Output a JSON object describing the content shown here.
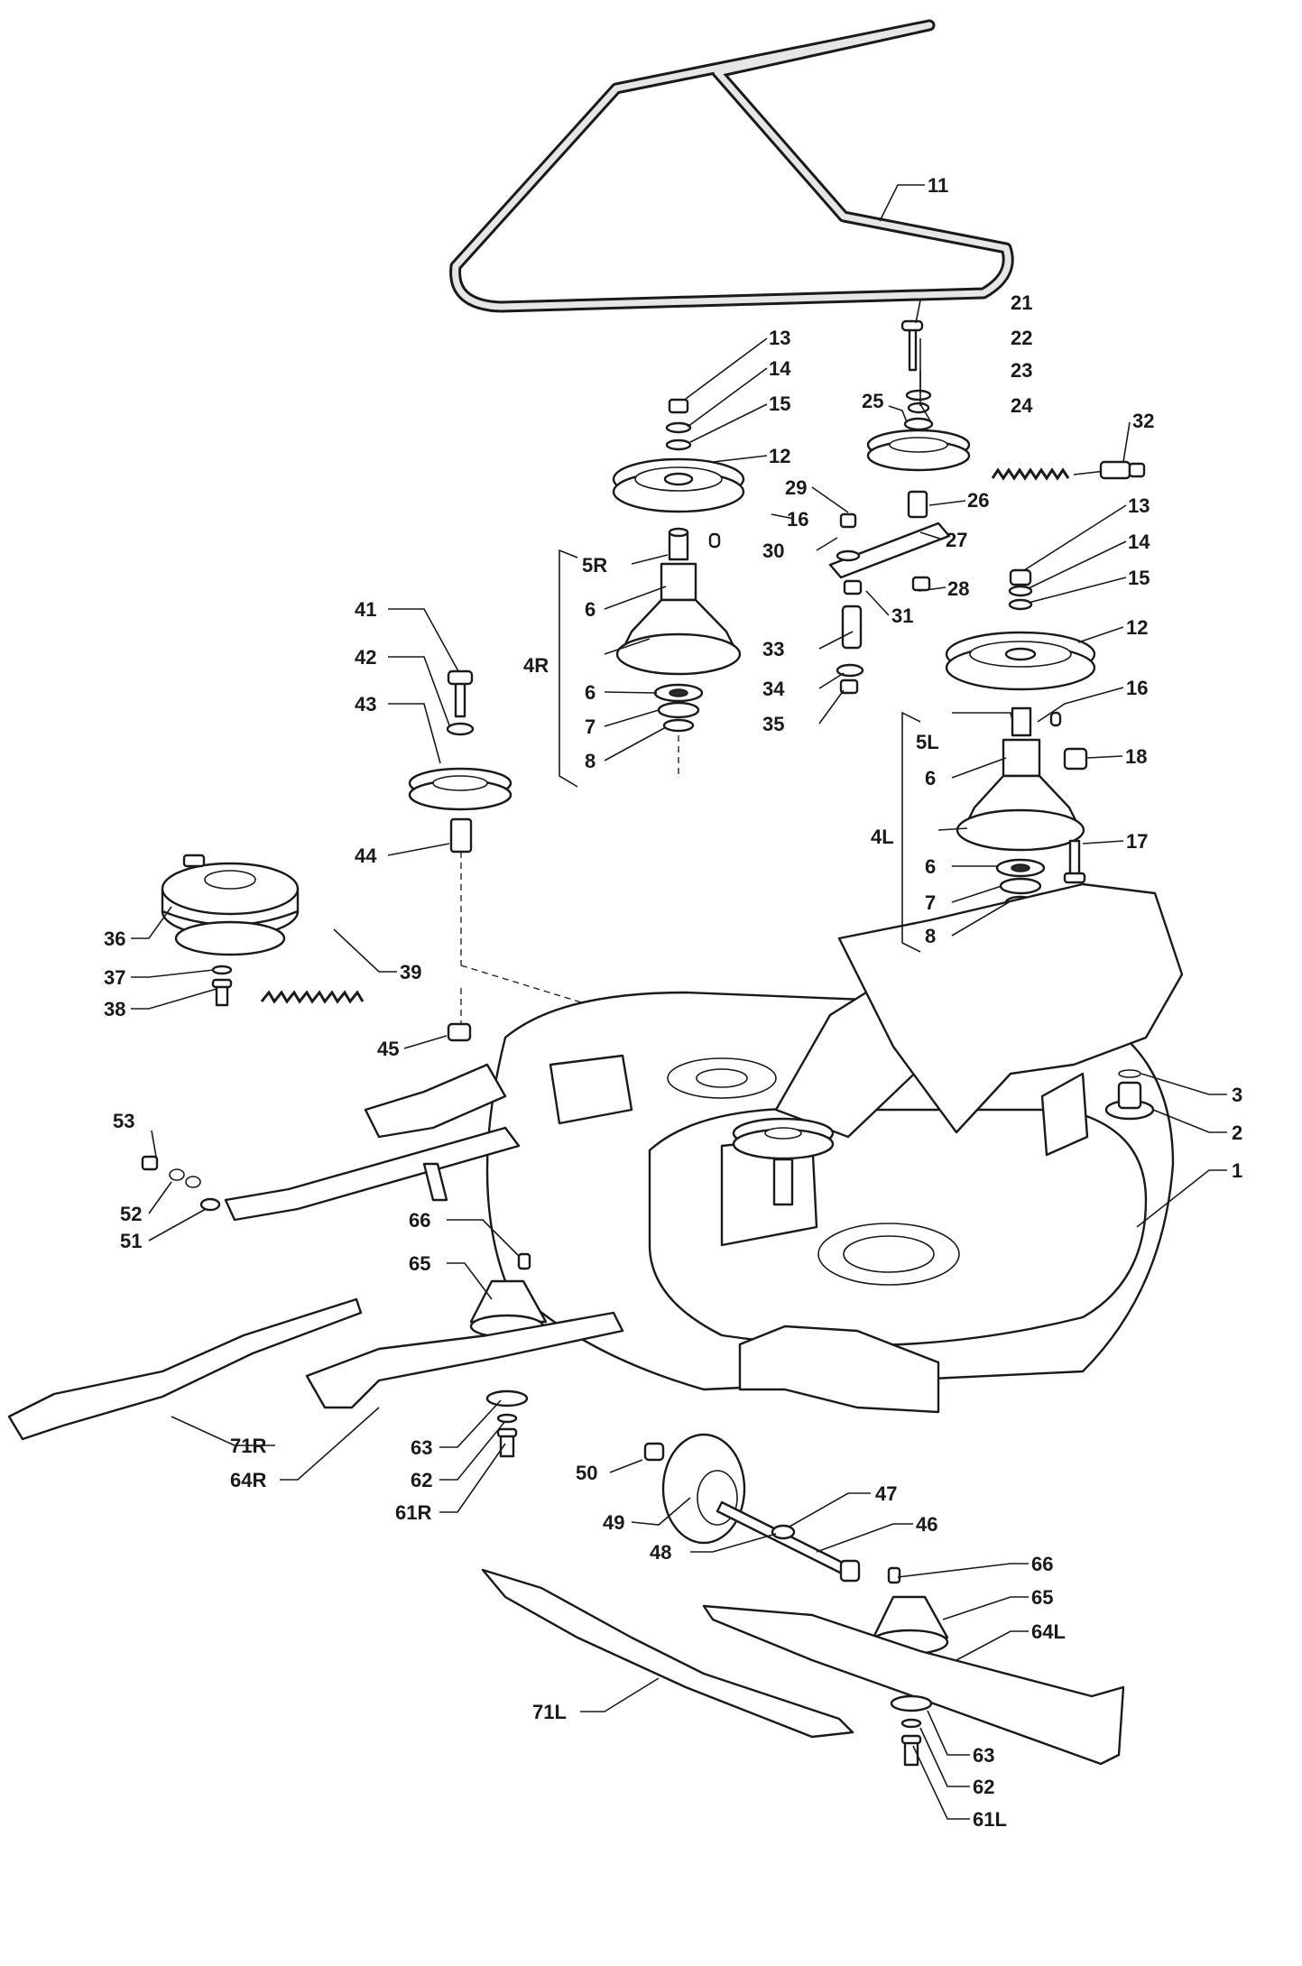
{
  "callouts": {
    "c11": "11",
    "c21": "21",
    "c22": "22",
    "c23": "23",
    "c24": "24",
    "c25": "25",
    "c32": "32",
    "c13a": "13",
    "c14a": "14",
    "c15a": "15",
    "c12a": "12",
    "c29": "29",
    "c16a": "16",
    "c26": "26",
    "c30": "30",
    "c27": "27",
    "c5R": "5R",
    "c6a": "6",
    "c28": "28",
    "c31": "31",
    "c13b": "13",
    "c14b": "14",
    "c15b": "15",
    "c41": "41",
    "c4R": "4R",
    "c33": "33",
    "c42": "42",
    "c12b": "12",
    "c6b": "6",
    "c34": "34",
    "c43": "43",
    "c7a": "7",
    "c35": "35",
    "c8a": "8",
    "c16b": "16",
    "c5L": "5L",
    "c18": "18",
    "c6c": "6",
    "c4L": "4L",
    "c44": "44",
    "c17": "17",
    "c36": "36",
    "c6d": "6",
    "c7b": "7",
    "c8b": "8",
    "c37": "37",
    "c39": "39",
    "c38": "38",
    "c45": "45",
    "c3": "3",
    "c53": "53",
    "c2": "2",
    "c1": "1",
    "c52": "52",
    "c51": "51",
    "c66a": "66",
    "c65a": "65",
    "c71R": "71R",
    "c63a": "63",
    "c64R": "64R",
    "c62a": "62",
    "c50": "50",
    "c61R": "61R",
    "c47": "47",
    "c49": "49",
    "c46": "46",
    "c48": "48",
    "c66b": "66",
    "c65b": "65",
    "c64L": "64L",
    "c71L": "71L",
    "c63b": "63",
    "c62b": "62",
    "c61L": "61L"
  }
}
